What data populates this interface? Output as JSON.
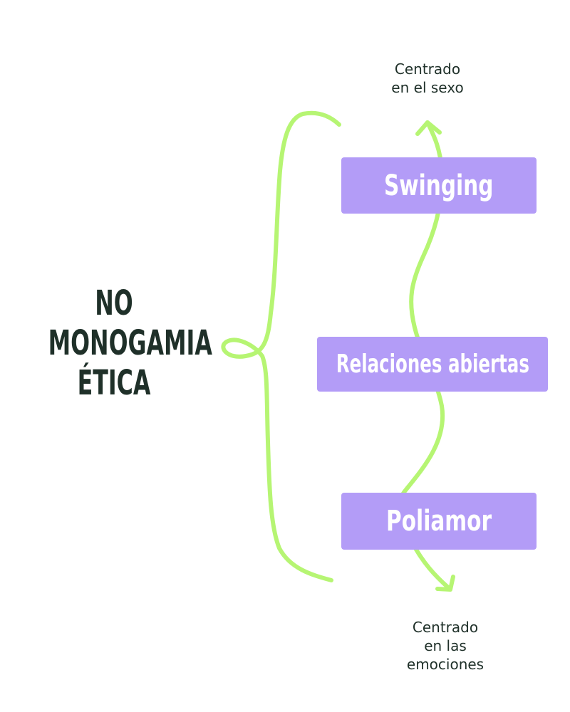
{
  "title": {
    "lines": [
      "NO",
      "MONOGAMIA",
      "ÉTICA"
    ]
  },
  "spectrum": {
    "top_label": [
      "Centrado",
      "en el sexo"
    ],
    "bottom_label": [
      "Centrado",
      "en las",
      "emociones"
    ],
    "items": [
      "Swinging",
      "Relaciones abiertas",
      "Poliamor"
    ]
  },
  "colors": {
    "text_dark": "#1f3029",
    "box_fill": "#b39cf7",
    "box_text": "#ffffff",
    "connector": "#b6f573"
  }
}
